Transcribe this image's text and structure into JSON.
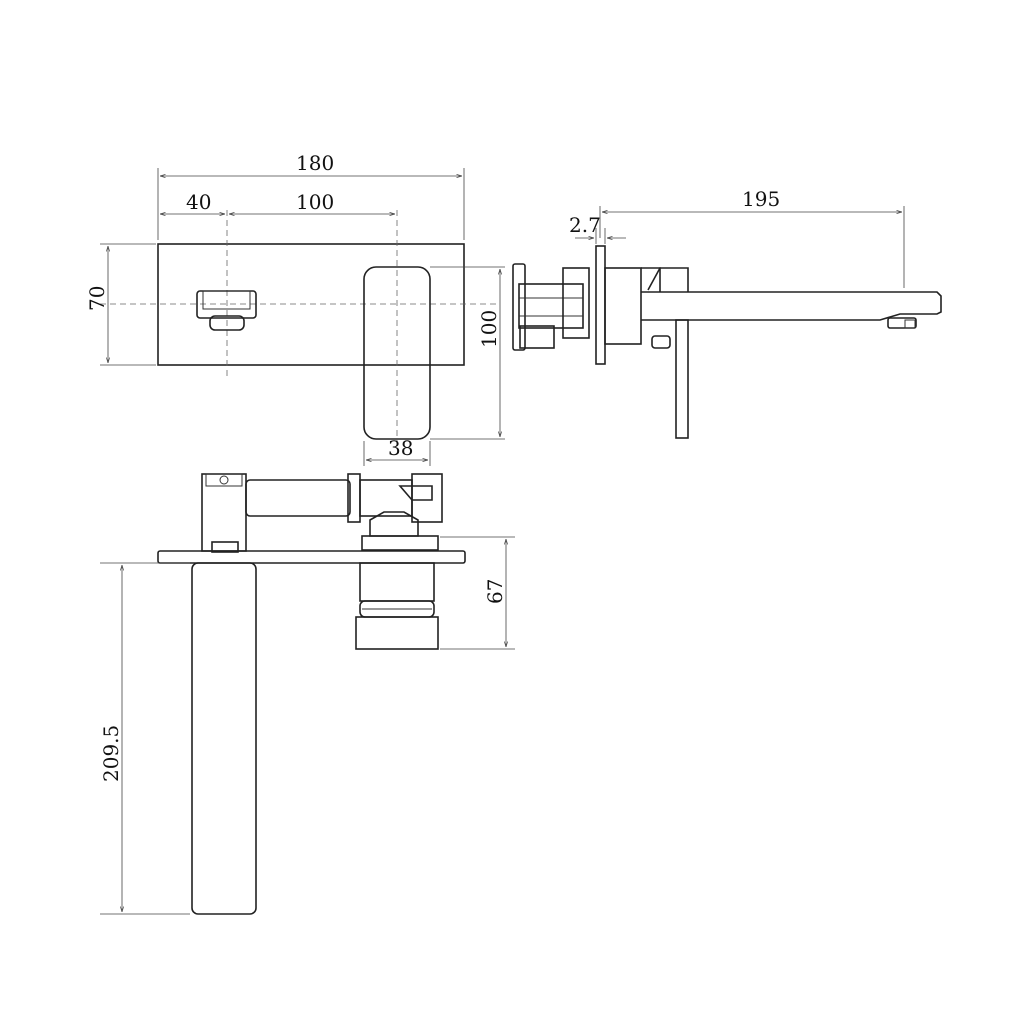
{
  "diagram": {
    "line_color": "#222222",
    "background": "#ffffff",
    "dimensions": {
      "front_width": "180",
      "handle_offset": "40",
      "outlet_to_handle": "100",
      "front_height": "70",
      "handle_height": "100",
      "handle_width": "38",
      "plate_thickness": "2.7",
      "spout_projection": "195",
      "body_depth": "67",
      "spout_length": "209.5"
    }
  }
}
